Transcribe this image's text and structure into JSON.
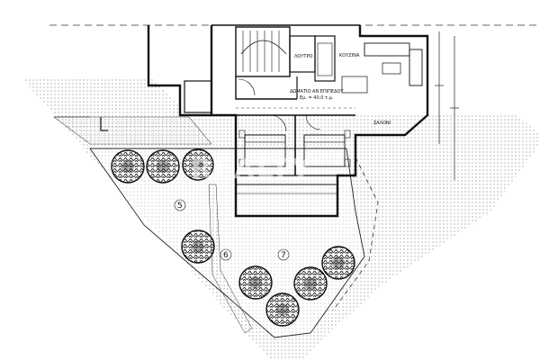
{
  "plan": {
    "room_labels": {
      "wc": "ΛΟΥΤΡΟ",
      "kitchen": "ΚΟΥΖΙΝΑ",
      "living": "ΣΑΛΟΝΙ",
      "bedrooms_title": "ΔΩΜΑΤΙΟ ΑΝ ΕΠΙΠΕΔΟΥ",
      "bedrooms_sub": "Εμ. = 40,0 τ.μ."
    },
    "zone_numbers": {
      "zone_5": "5",
      "zone_6": "6",
      "zone_7": "7"
    },
    "watermark": "REALTY",
    "colors": {
      "line": "#111111",
      "hatch": "#555555",
      "tree_dark": "#1a1a1a",
      "background": "#ffffff"
    }
  }
}
